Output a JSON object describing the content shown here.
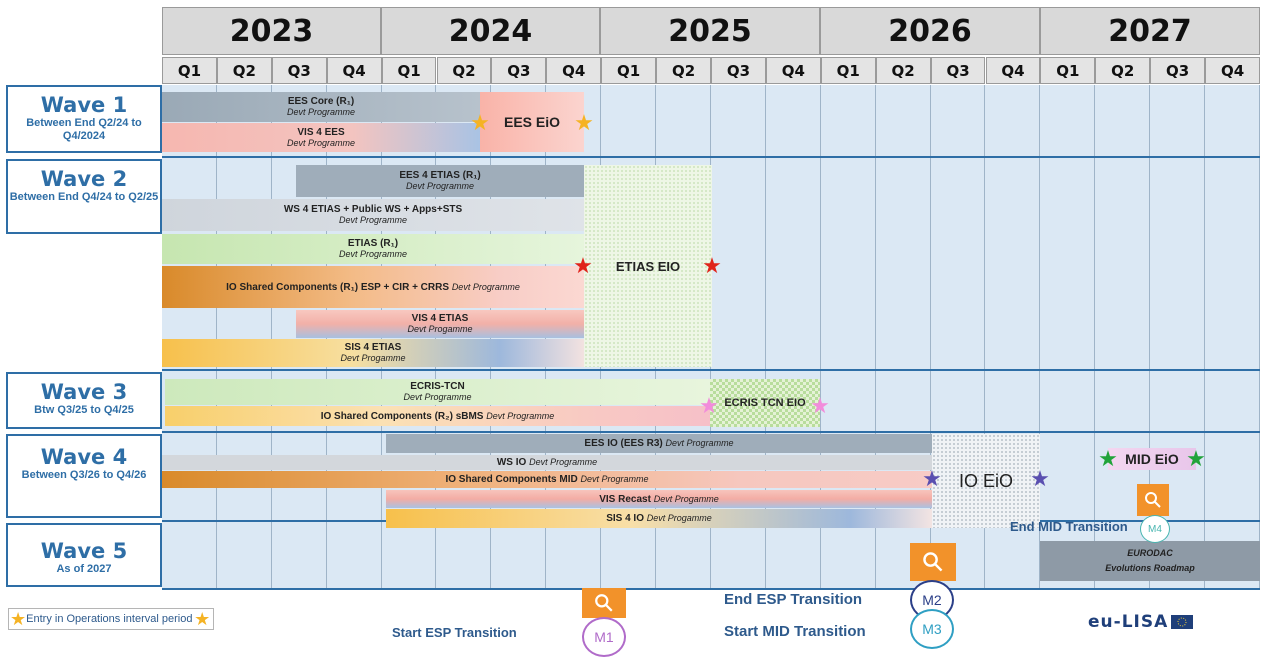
{
  "years": [
    "2023",
    "2024",
    "2025",
    "2026",
    "2027"
  ],
  "quarters": [
    "Q1",
    "Q2",
    "Q3",
    "Q4",
    "Q1",
    "Q2",
    "Q3",
    "Q4",
    "Q1",
    "Q2",
    "Q3",
    "Q4",
    "Q1",
    "Q2",
    "Q3",
    "Q4",
    "Q1",
    "Q2",
    "Q3",
    "Q4"
  ],
  "waves": [
    {
      "title": "Wave 1",
      "subtitle": "Between End Q2/24 to Q4/2024"
    },
    {
      "title": "Wave 2",
      "subtitle": "Between End Q4/24 to Q2/25"
    },
    {
      "title": "Wave 3",
      "subtitle": "Btw Q3/25 to Q4/25"
    },
    {
      "title": "Wave 4",
      "subtitle": "Between Q3/26 to Q4/26"
    },
    {
      "title": "Wave 5",
      "subtitle": "As of 2027"
    }
  ],
  "chart_data": {
    "type": "gantt",
    "time_axis": {
      "start": "2023 Q1",
      "end": "2027 Q4",
      "unit": "quarter"
    },
    "tasks": [
      {
        "name": "EES Core (R1)",
        "label": "EES Core (R₁)",
        "sub": "Devt Programme",
        "wave": 1,
        "start": "2023 Q1",
        "end": "2024 Q2 (mid)"
      },
      {
        "name": "VIS 4 EES",
        "label": "VIS 4 EES",
        "sub": "Devt Programme",
        "wave": 1,
        "start": "2023 Q1",
        "end": "2024 Q2 (mid)"
      },
      {
        "name": "EES 4 ETIAS (R1)",
        "label": "EES 4 ETIAS (R₁)",
        "sub": "Devt Programme",
        "wave": 2,
        "start": "2023 Q3",
        "end": "2024 Q4"
      },
      {
        "name": "WS 4 ETIAS + Public WS + Apps+STS",
        "label": "WS 4 ETIAS + Public WS + Apps+STS",
        "sub": "Devt Programme",
        "wave": 2,
        "start": "2023 Q1",
        "end": "2024 Q4"
      },
      {
        "name": "ETIAS (R1)",
        "label": "ETIAS (R₁)",
        "sub": "Devt Programme",
        "wave": 2,
        "start": "2023 Q1",
        "end": "2024 Q4"
      },
      {
        "name": "IO Shared Components (R1) ESP + CIR + CRRS",
        "label": "IO Shared Components (R₁) ESP + CIR + CRRS",
        "sub": "Devt Programme",
        "wave": 2,
        "start": "2023 Q1",
        "end": "2024 Q4"
      },
      {
        "name": "VIS 4 ETIAS",
        "label": "VIS 4 ETIAS",
        "sub": "Devt Progamme",
        "wave": 2,
        "start": "2023 Q3",
        "end": "2024 Q4"
      },
      {
        "name": "SIS 4 ETIAS",
        "label": "SIS 4 ETIAS",
        "sub": "Devt Progamme",
        "wave": 2,
        "start": "2023 Q1",
        "end": "2024 Q4"
      },
      {
        "name": "ECRIS-TCN",
        "label": "ECRIS-TCN",
        "sub": "Devt Programme",
        "wave": 3,
        "start": "2023 Q1",
        "end": "2025 Q2"
      },
      {
        "name": "IO Shared Components (R2) sBMS",
        "label": "IO Shared Components (R₂) sBMS",
        "sub": "Devt Programme",
        "wave": 3,
        "start": "2023 Q1",
        "end": "2025 Q2"
      },
      {
        "name": "EES IO (EES R3)",
        "label": "EES IO (EES R3)",
        "sub": "Devt Programme",
        "wave": 4,
        "start": "2024 Q1",
        "end": "2026 Q2"
      },
      {
        "name": "WS IO",
        "label": "WS IO",
        "sub": "Devt Programme",
        "wave": 4,
        "start": "2023 Q1",
        "end": "2026 Q2"
      },
      {
        "name": "IO Shared Components MID",
        "label": "IO Shared Components MID",
        "sub": "Devt Programme",
        "wave": 4,
        "start": "2023 Q1",
        "end": "2026 Q2"
      },
      {
        "name": "VIS Recast",
        "label": "VIS Recast",
        "sub": "Devt Progamme",
        "wave": 4,
        "start": "2024 Q1",
        "end": "2026 Q2"
      },
      {
        "name": "SIS 4 IO",
        "label": "SIS 4  IO",
        "sub": "Devt Progamme",
        "wave": 4,
        "start": "2024 Q1",
        "end": "2026 Q2"
      },
      {
        "name": "EURODAC Evolutions Roadmap",
        "label": "EURODAC",
        "sub": "Evolutions Roadmap",
        "wave": 5,
        "start": "2027 Q1",
        "end": "2027 Q4"
      }
    ],
    "entry_into_operations": [
      {
        "label": "EES EiO",
        "wave": 1,
        "start": "2024 Q2 (mid)",
        "end": "2024 Q4",
        "star_color": "#f5b324"
      },
      {
        "label": "ETIAS EIO",
        "wave": 2,
        "start": "2025 Q1",
        "end": "2025 Q2",
        "star_color": "#e0231b"
      },
      {
        "label": "ECRIS TCN EIO",
        "wave": 3,
        "start": "2025 Q3",
        "end": "2025 Q4",
        "star_color": "#f28cdb"
      },
      {
        "label": "IO EiO",
        "wave": 4,
        "start": "2026 Q3",
        "end": "2026 Q4",
        "star_color": "#5a4fb0"
      },
      {
        "label": "MID EiO",
        "wave": 4,
        "start": "2027 Q2",
        "end": "2027 Q3",
        "star_color": "#21a33a"
      }
    ],
    "milestones": [
      {
        "id": "M1",
        "label": "Start ESP Transition"
      },
      {
        "id": "M2",
        "label": "End ESP Transition"
      },
      {
        "id": "M3",
        "label": "Start MID Transition"
      },
      {
        "id": "M4",
        "label": "End MID Transition"
      }
    ]
  },
  "legend": {
    "text": "Entry in Operations interval period"
  },
  "logo": {
    "text": "eu-LISA"
  }
}
